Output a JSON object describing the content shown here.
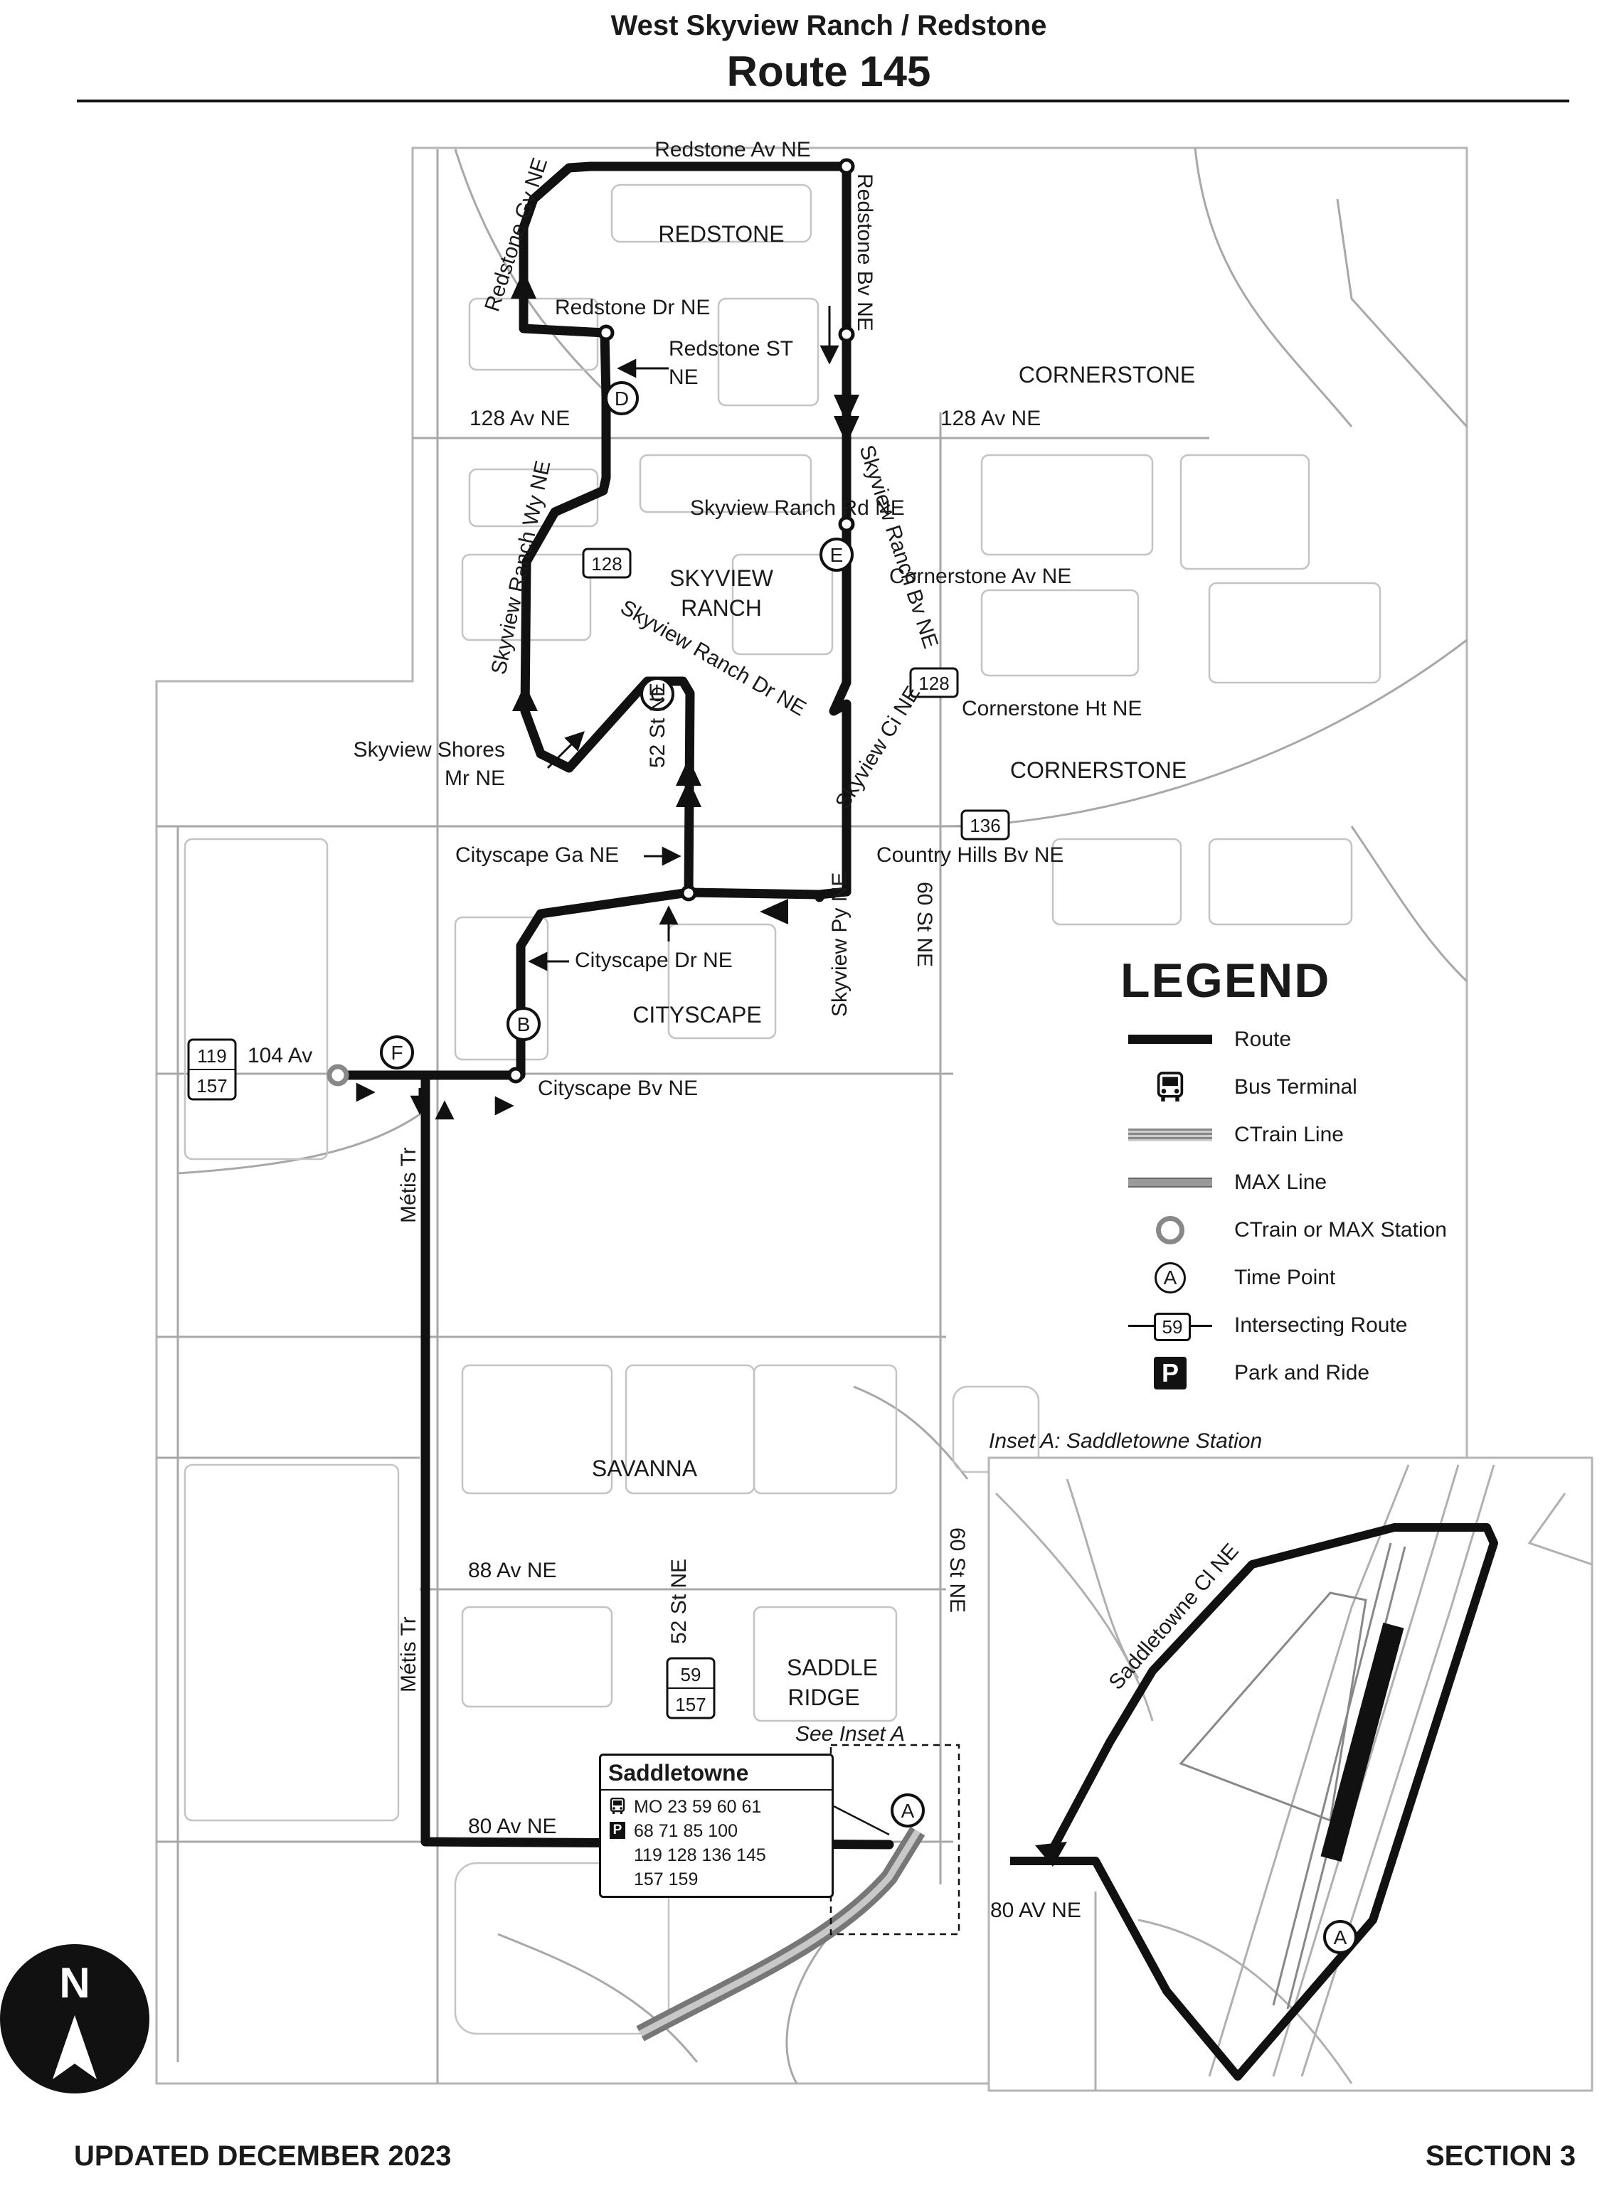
{
  "header": {
    "subtitle": "West Skyview Ranch / Redstone",
    "title": "Route 145"
  },
  "footer": {
    "updated": "UPDATED DECEMBER 2023",
    "section": "SECTION 3"
  },
  "legend": {
    "heading": "LEGEND",
    "items": [
      {
        "label": "Route"
      },
      {
        "label": "Bus Terminal"
      },
      {
        "label": "CTrain Line"
      },
      {
        "label": "MAX Line"
      },
      {
        "label": "CTrain or MAX Station"
      },
      {
        "label": "Time Point",
        "symbol": "A"
      },
      {
        "label": "Intersecting Route",
        "symbol": "59"
      },
      {
        "label": "Park and Ride",
        "symbol": "P"
      }
    ]
  },
  "streets": {
    "redstone_av": "Redstone Av NE",
    "redstone_gv": "Redstone Gv NE",
    "redstone_dr": "Redstone Dr NE",
    "redstone_bv": "Redstone Bv NE",
    "redstone_st_1": "Redstone ST",
    "redstone_st_2": "NE",
    "av128_w": "128 Av NE",
    "av128_e": "128 Av NE",
    "skyview_ranch_wy": "Skyview Ranch Wy NE",
    "skyview_ranch_rd": "Skyview Ranch Rd NE",
    "skyview_ranch_bv": "Skyview Ranch Bv NE",
    "skyview_ranch_dr": "Skyview Ranch Dr NE",
    "cornerstone_av": "Cornerstone Av NE",
    "cornerstone_ht": "Cornerstone Ht NE",
    "skyview_ci": "Skyview Ci NE",
    "skyview_shores_1": "Skyview Shores",
    "skyview_shores_2": "Mr NE",
    "st52_n": "52 St NE",
    "country_hills": "Country Hills Bv NE",
    "skyview_py": "Skyview Py NE",
    "st60_n": "60 St NE",
    "cityscape_ga": "Cityscape Ga NE",
    "cityscape_dr": "Cityscape Dr NE",
    "cityscape_bv": "Cityscape Bv NE",
    "av104": "104 Av",
    "metis_n": "Métis Tr",
    "metis_s": "Métis Tr",
    "av88": "88 Av NE",
    "st52_s": "52 St NE",
    "st60_s": "60 St NE",
    "av80": "80 Av NE",
    "av80_inset": "80 AV NE",
    "saddletowne_ci": "Saddletowne Cl NE",
    "see_inset": "See Inset A",
    "inset_title": "Inset A: Saddletowne Station"
  },
  "communities": {
    "redstone": "REDSTONE",
    "cornerstone_n": "CORNERSTONE",
    "skyview_1": "SKYVIEW",
    "skyview_2": "RANCH",
    "cornerstone_s": "CORNERSTONE",
    "cityscape": "CITYSCAPE",
    "savanna": "SAVANNA",
    "saddle_1": "SADDLE",
    "saddle_2": "RIDGE"
  },
  "route_shields": {
    "r128_a": "128",
    "r128_b": "128",
    "r136": "136",
    "r119": "119",
    "r157_a": "157",
    "r59": "59",
    "r157_b": "157"
  },
  "time_points": {
    "a": "A",
    "b": "B",
    "c": "C",
    "d": "D",
    "e": "E",
    "f": "F",
    "a_inset": "A"
  },
  "terminal": {
    "name": "Saddletowne",
    "routes_lines": [
      "MO  23  59  60  61",
      "68  71  85  100",
      "119  128  136 145",
      "157  159"
    ],
    "park_and_ride": "P"
  },
  "north_arrow": "N",
  "colors": {
    "route": "#111111",
    "streets": "#9a9a9a",
    "ctrain": "#8a8a8a",
    "background": "#ffffff"
  }
}
